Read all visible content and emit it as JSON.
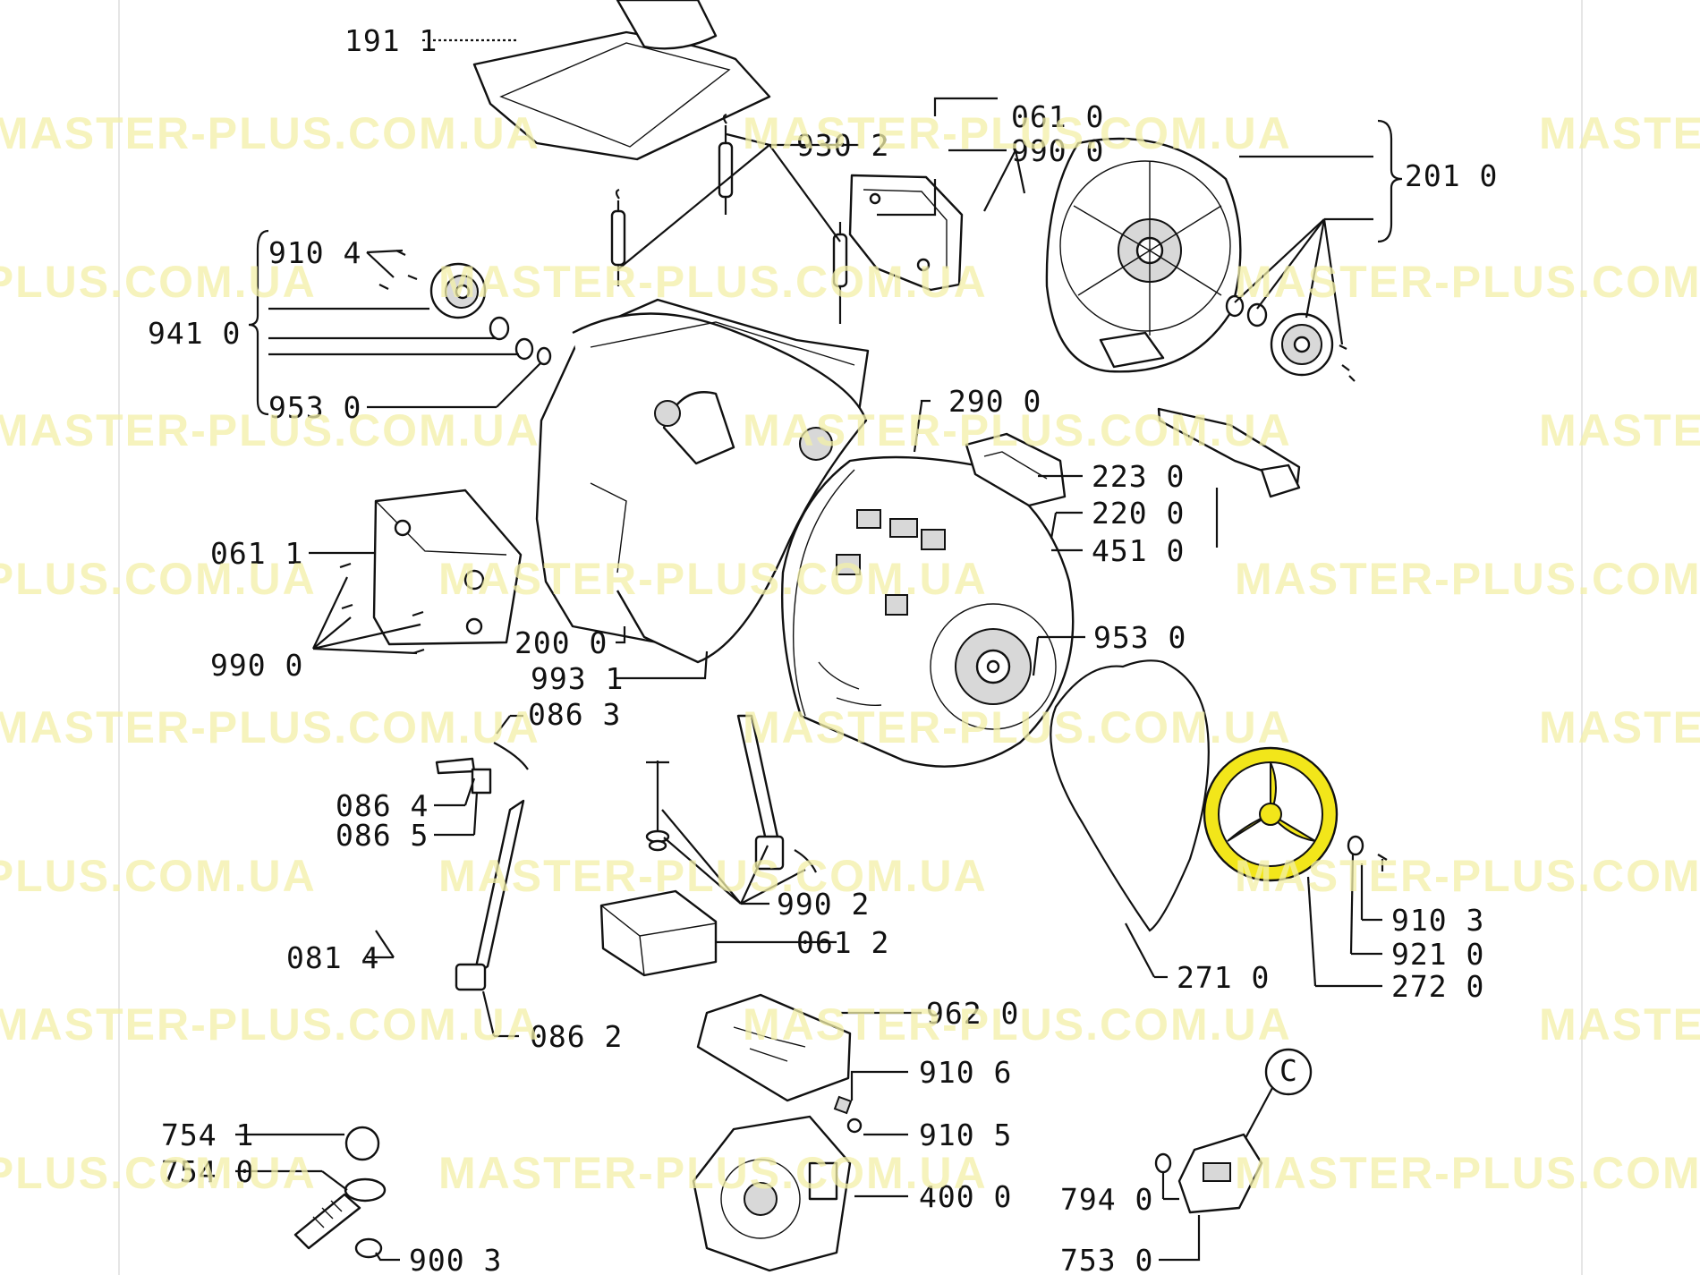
{
  "labels": [
    {
      "id": "191-1",
      "text": "191  1"
    },
    {
      "id": "930-2",
      "text": "930 2"
    },
    {
      "id": "061-0",
      "text": "061 0"
    },
    {
      "id": "990-0-top",
      "text": "990 0"
    },
    {
      "id": "201-0",
      "text": "201 0"
    },
    {
      "id": "910-4",
      "text": "910  4"
    },
    {
      "id": "941-0",
      "text": "941 0"
    },
    {
      "id": "953-0-left",
      "text": "953  0"
    },
    {
      "id": "290-0",
      "text": "290  0"
    },
    {
      "id": "223-0",
      "text": "223  0"
    },
    {
      "id": "220-0",
      "text": "220  0"
    },
    {
      "id": "451-0",
      "text": "451  0"
    },
    {
      "id": "061-1",
      "text": "061  1"
    },
    {
      "id": "200-0",
      "text": "200  0"
    },
    {
      "id": "953-0-right",
      "text": "953  0"
    },
    {
      "id": "993-1",
      "text": "993  1"
    },
    {
      "id": "990-0-left",
      "text": "990  0"
    },
    {
      "id": "086-3",
      "text": "086  3"
    },
    {
      "id": "086-4",
      "text": "086  4"
    },
    {
      "id": "086-5",
      "text": "086  5"
    },
    {
      "id": "990-2",
      "text": "990  2"
    },
    {
      "id": "910-3",
      "text": "910  3"
    },
    {
      "id": "921-0",
      "text": "921  0"
    },
    {
      "id": "272-0",
      "text": "272  0"
    },
    {
      "id": "271-0",
      "text": "271  0"
    },
    {
      "id": "061-2",
      "text": "061  2"
    },
    {
      "id": "081-4",
      "text": "081  4"
    },
    {
      "id": "086-2",
      "text": "086  2"
    },
    {
      "id": "962-0",
      "text": "962  0"
    },
    {
      "id": "910-6",
      "text": "910  6"
    },
    {
      "id": "910-5",
      "text": "910  5"
    },
    {
      "id": "754-1",
      "text": "754  1"
    },
    {
      "id": "754-0",
      "text": "754  0"
    },
    {
      "id": "400-0",
      "text": "400  0"
    },
    {
      "id": "794-0",
      "text": "794  0"
    },
    {
      "id": "900-3",
      "text": "900  3"
    },
    {
      "id": "753-0",
      "text": "753  0"
    },
    {
      "id": "callout-c",
      "text": "C"
    }
  ],
  "watermark": "MASTER-PLUS.COM.UA",
  "colors": {
    "highlight": "#f2e61a",
    "line": "#111111",
    "watermark": "#f3f0a8"
  }
}
